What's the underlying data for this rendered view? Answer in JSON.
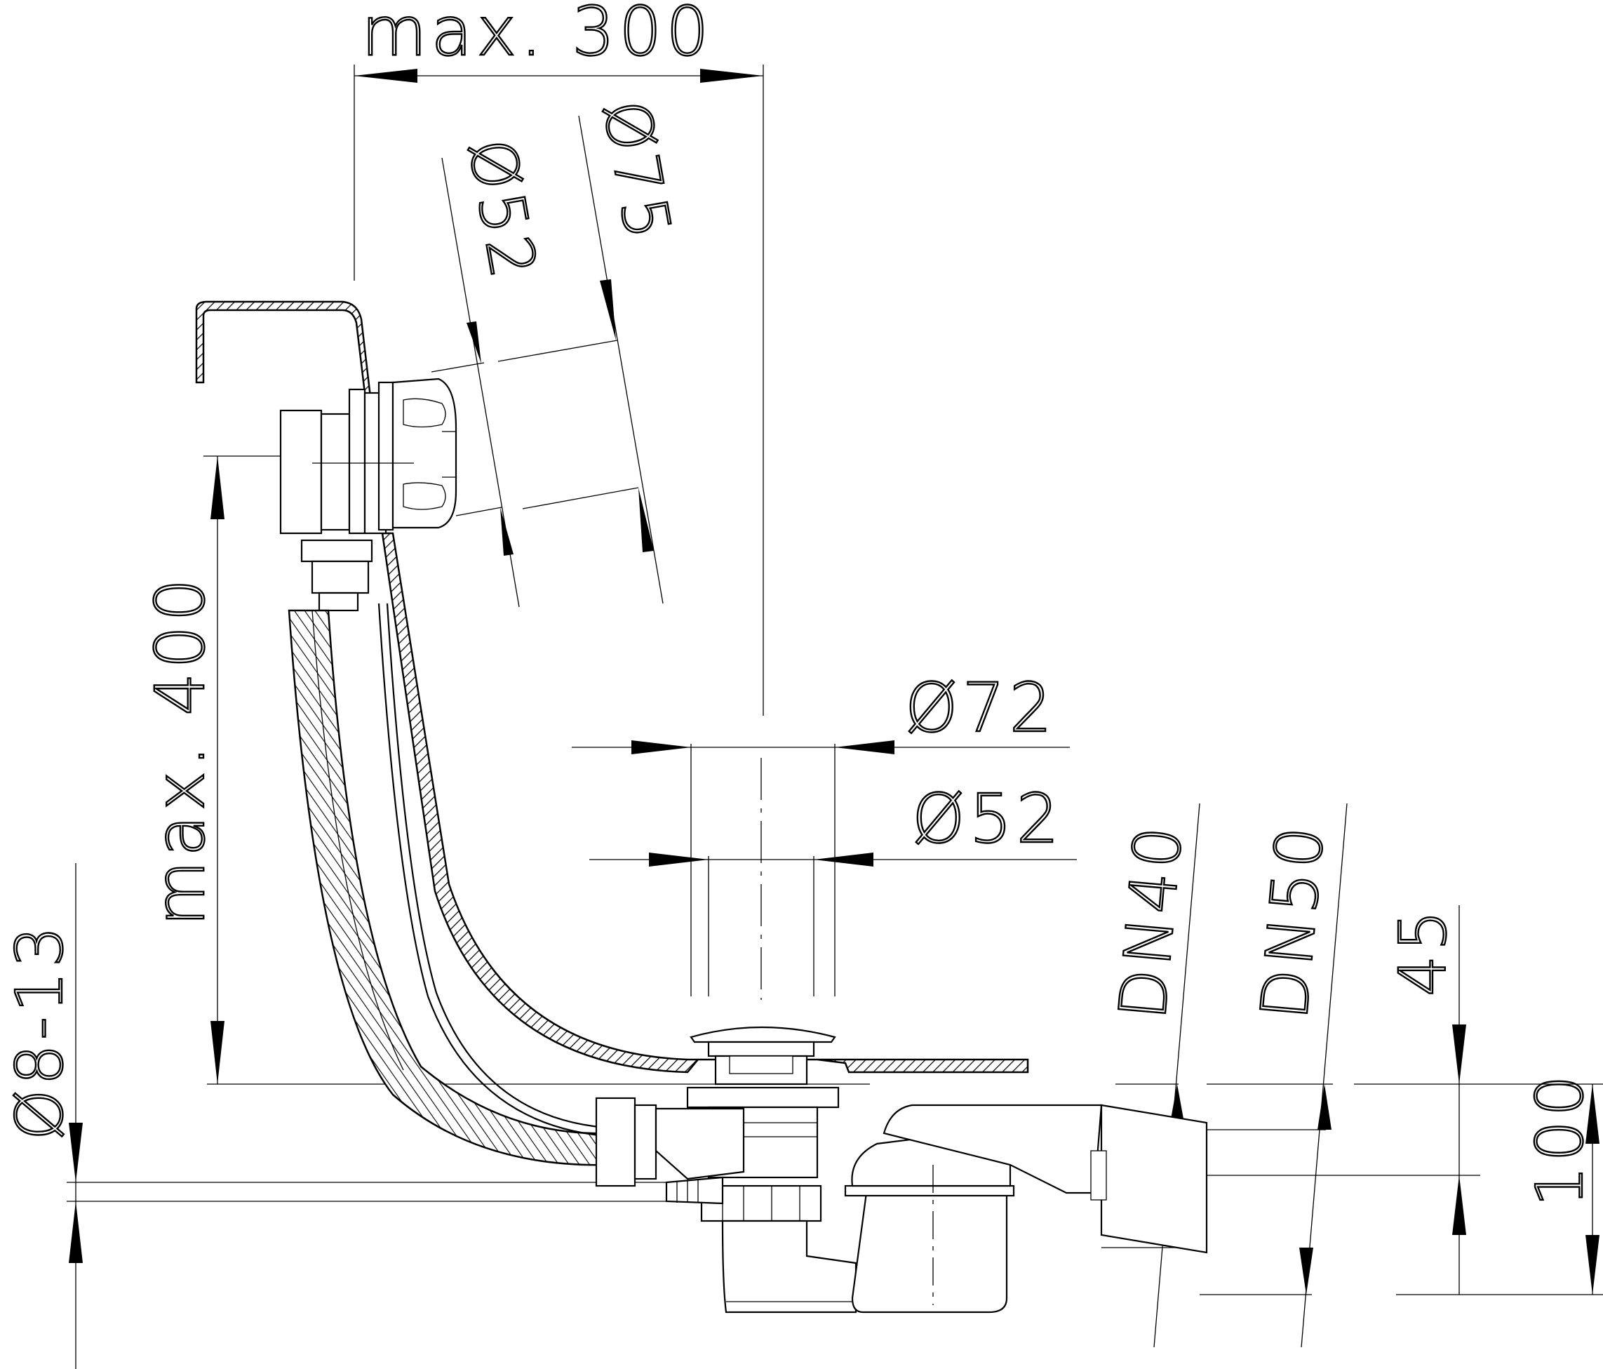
{
  "drawing": {
    "dimensions": {
      "overflow_projection": "max. 300",
      "overflow_height": "max. 400",
      "cover_outer_dia": "Ø75",
      "cover_inner_dia": "Ø52",
      "plug_outer_dia": "Ø72",
      "plug_inner_dia": "Ø52",
      "outlet_dn40": "DN40",
      "outlet_dn50": "DN50",
      "trap_offset": "45",
      "trap_height": "100",
      "hose_dia": "Ø8-13"
    }
  }
}
